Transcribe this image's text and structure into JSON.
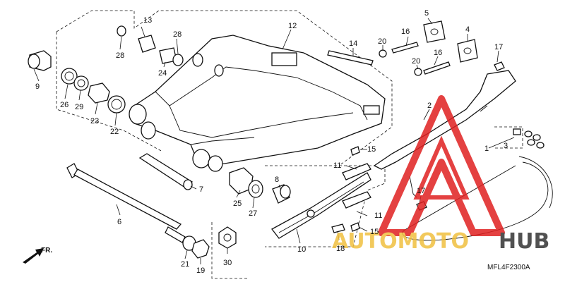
{
  "diagram": {
    "callouts": {
      "c1": "1",
      "c2": "2",
      "c3": "3",
      "c4": "4",
      "c5": "5",
      "c6": "6",
      "c7": "7",
      "c8": "8",
      "c9": "9",
      "c10": "10",
      "c11a": "11",
      "c11b": "11",
      "c12": "12",
      "c13": "13",
      "c14": "14",
      "c15a": "15",
      "c15b": "15",
      "c16a": "16",
      "c16b": "16",
      "c17a": "17",
      "c17b": "17",
      "c18": "18",
      "c19": "19",
      "c20a": "20",
      "c20b": "20",
      "c21": "21",
      "c22": "22",
      "c23": "23",
      "c24": "24",
      "c25": "25",
      "c26": "26",
      "c27": "27",
      "c28a": "28",
      "c28b": "28",
      "c29": "29",
      "c30": "30"
    },
    "direction_label": "FR.",
    "diagram_code": "MFL4F2300A"
  },
  "watermark": {
    "word_part1": "AUTOMOTO",
    "word_part2": "HUB",
    "color_primary": "#e02020",
    "color_secondary": "#f0c040",
    "color_dark": "#333333"
  }
}
